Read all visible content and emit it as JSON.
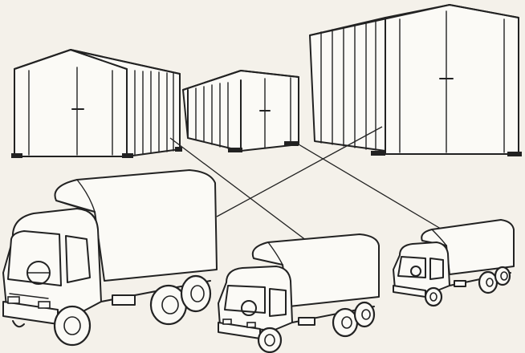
{
  "items": {
    "garages": [
      {
        "id": "garage-small"
      },
      {
        "id": "garage-medium"
      },
      {
        "id": "garage-large"
      }
    ],
    "trucks": [
      {
        "id": "truck-large"
      },
      {
        "id": "truck-medium"
      },
      {
        "id": "truck-small"
      }
    ],
    "connections": [
      {
        "from": "truck-large",
        "to": "garage-large"
      },
      {
        "from": "truck-medium",
        "to": "garage-small"
      },
      {
        "from": "truck-small",
        "to": "garage-medium"
      }
    ]
  },
  "colors": {
    "ink": "#222222",
    "paper": "#f4f1ea"
  }
}
